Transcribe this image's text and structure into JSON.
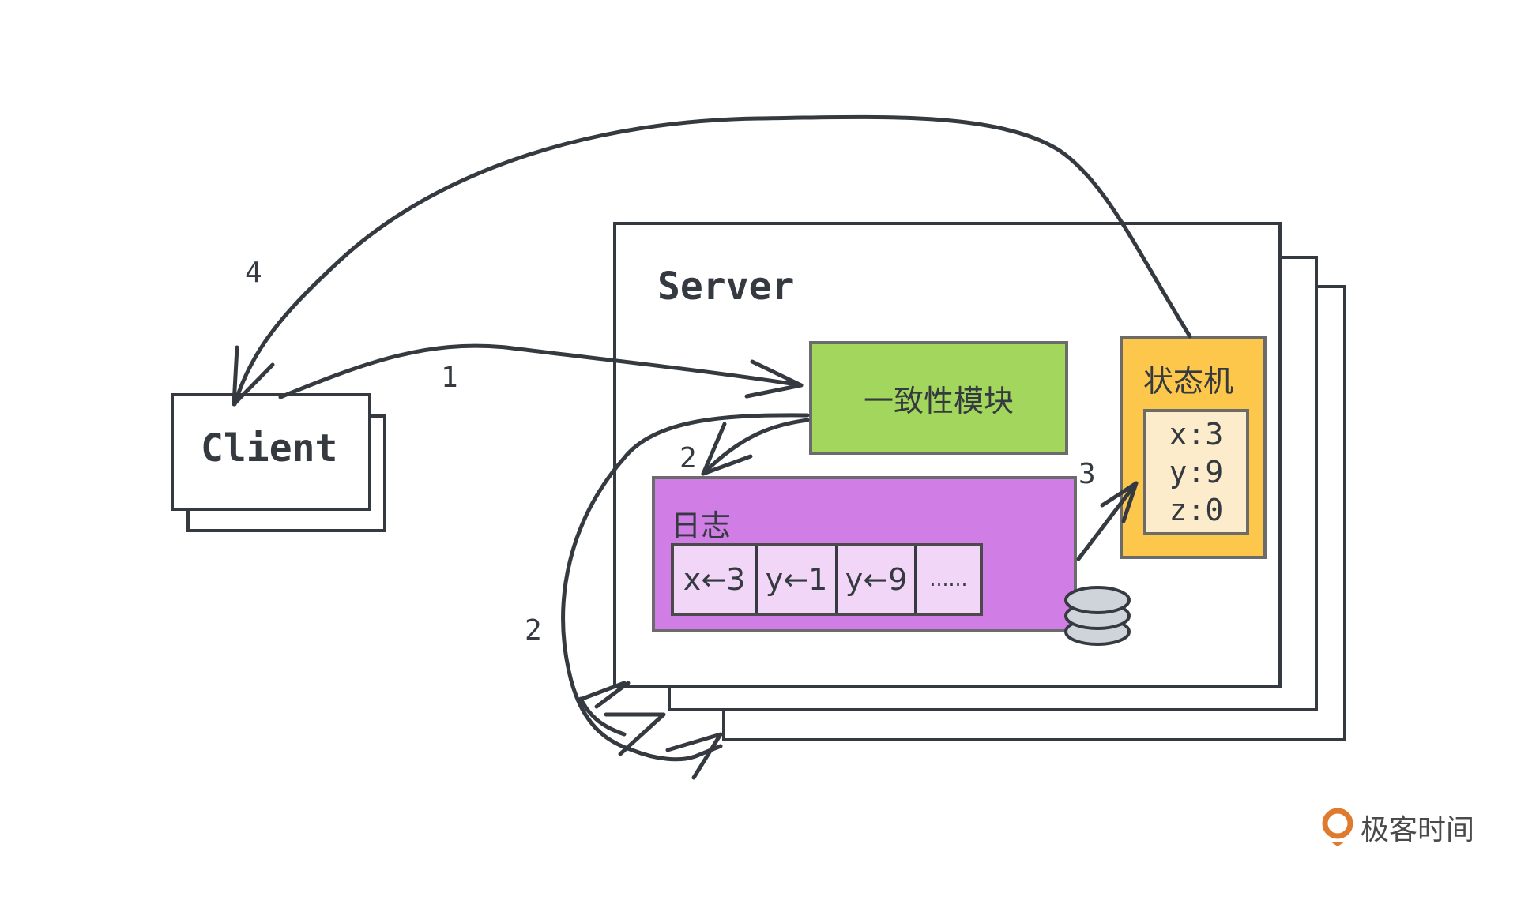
{
  "client": {
    "label": "Client"
  },
  "server": {
    "label": "Server"
  },
  "consensus": {
    "label": "一致性模块",
    "color": "#a3d65c"
  },
  "log": {
    "label": "日志",
    "color": "#d07ee6",
    "entries": [
      "x←3",
      "y←1",
      "y←9",
      "……"
    ]
  },
  "state_machine": {
    "label": "状态机",
    "color": "#fcc74a",
    "values": [
      "x:3",
      "y:9",
      "z:0"
    ]
  },
  "steps": {
    "s1": "1",
    "s2a": "2",
    "s2b": "2",
    "s3": "3",
    "s4": "4"
  },
  "watermark": {
    "text": "极客时间",
    "color": "#e07a2e"
  }
}
